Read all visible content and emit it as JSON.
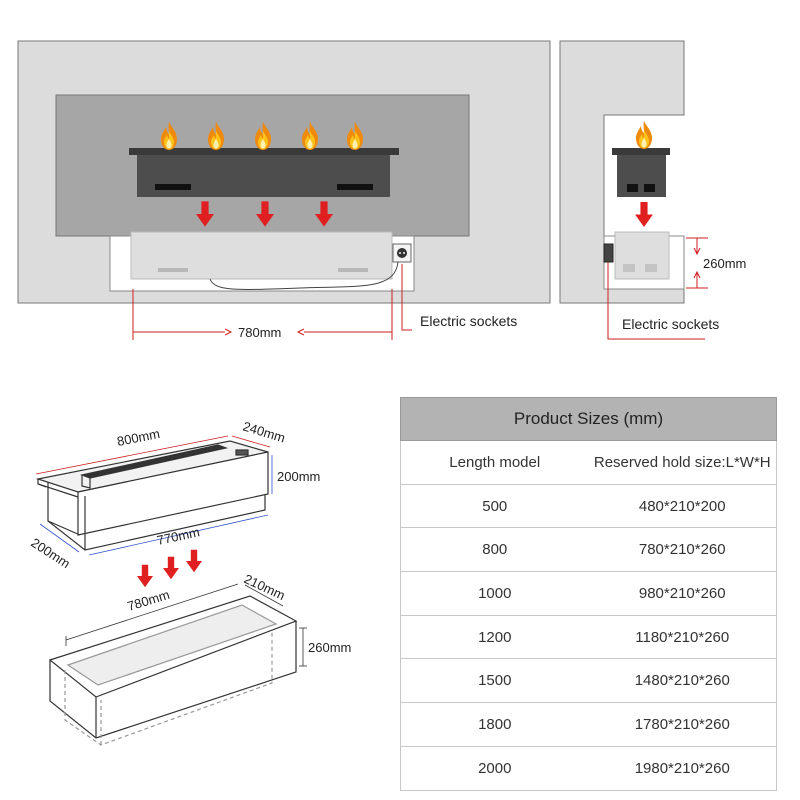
{
  "top_diagram": {
    "dimension_label": "780mm",
    "socket_label_front": "Electric sockets",
    "socket_label_side": "Electric sockets",
    "height_label_side": "260mm"
  },
  "burner_diagram": {
    "length_label": "800mm",
    "width_label": "240mm",
    "height_label": "200mm",
    "base_length_label": "770mm",
    "base_width_label": "200mm"
  },
  "hole_diagram": {
    "length_label": "780mm",
    "width_label": "210mm",
    "height_label": "260mm"
  },
  "table": {
    "title": "Product Sizes (mm)",
    "col_length": "Length model",
    "col_hold": "Reserved hold size:L*W*H",
    "rows": [
      {
        "length": "500",
        "hold": "480*210*200"
      },
      {
        "length": "800",
        "hold": "780*210*260"
      },
      {
        "length": "1000",
        "hold": "980*210*260"
      },
      {
        "length": "1200",
        "hold": "1180*210*260"
      },
      {
        "length": "1500",
        "hold": "1480*210*260"
      },
      {
        "length": "1800",
        "hold": "1780*210*260"
      },
      {
        "length": "2000",
        "hold": "1980*210*260"
      }
    ]
  },
  "colors": {
    "wall": "#dcdcdc",
    "panel": "#a6a6a6",
    "burner": "#4a4a4a",
    "arrow_red": "#e02020",
    "dimension_red": "#cc1f1f",
    "table_header": "#b3b3b3"
  }
}
